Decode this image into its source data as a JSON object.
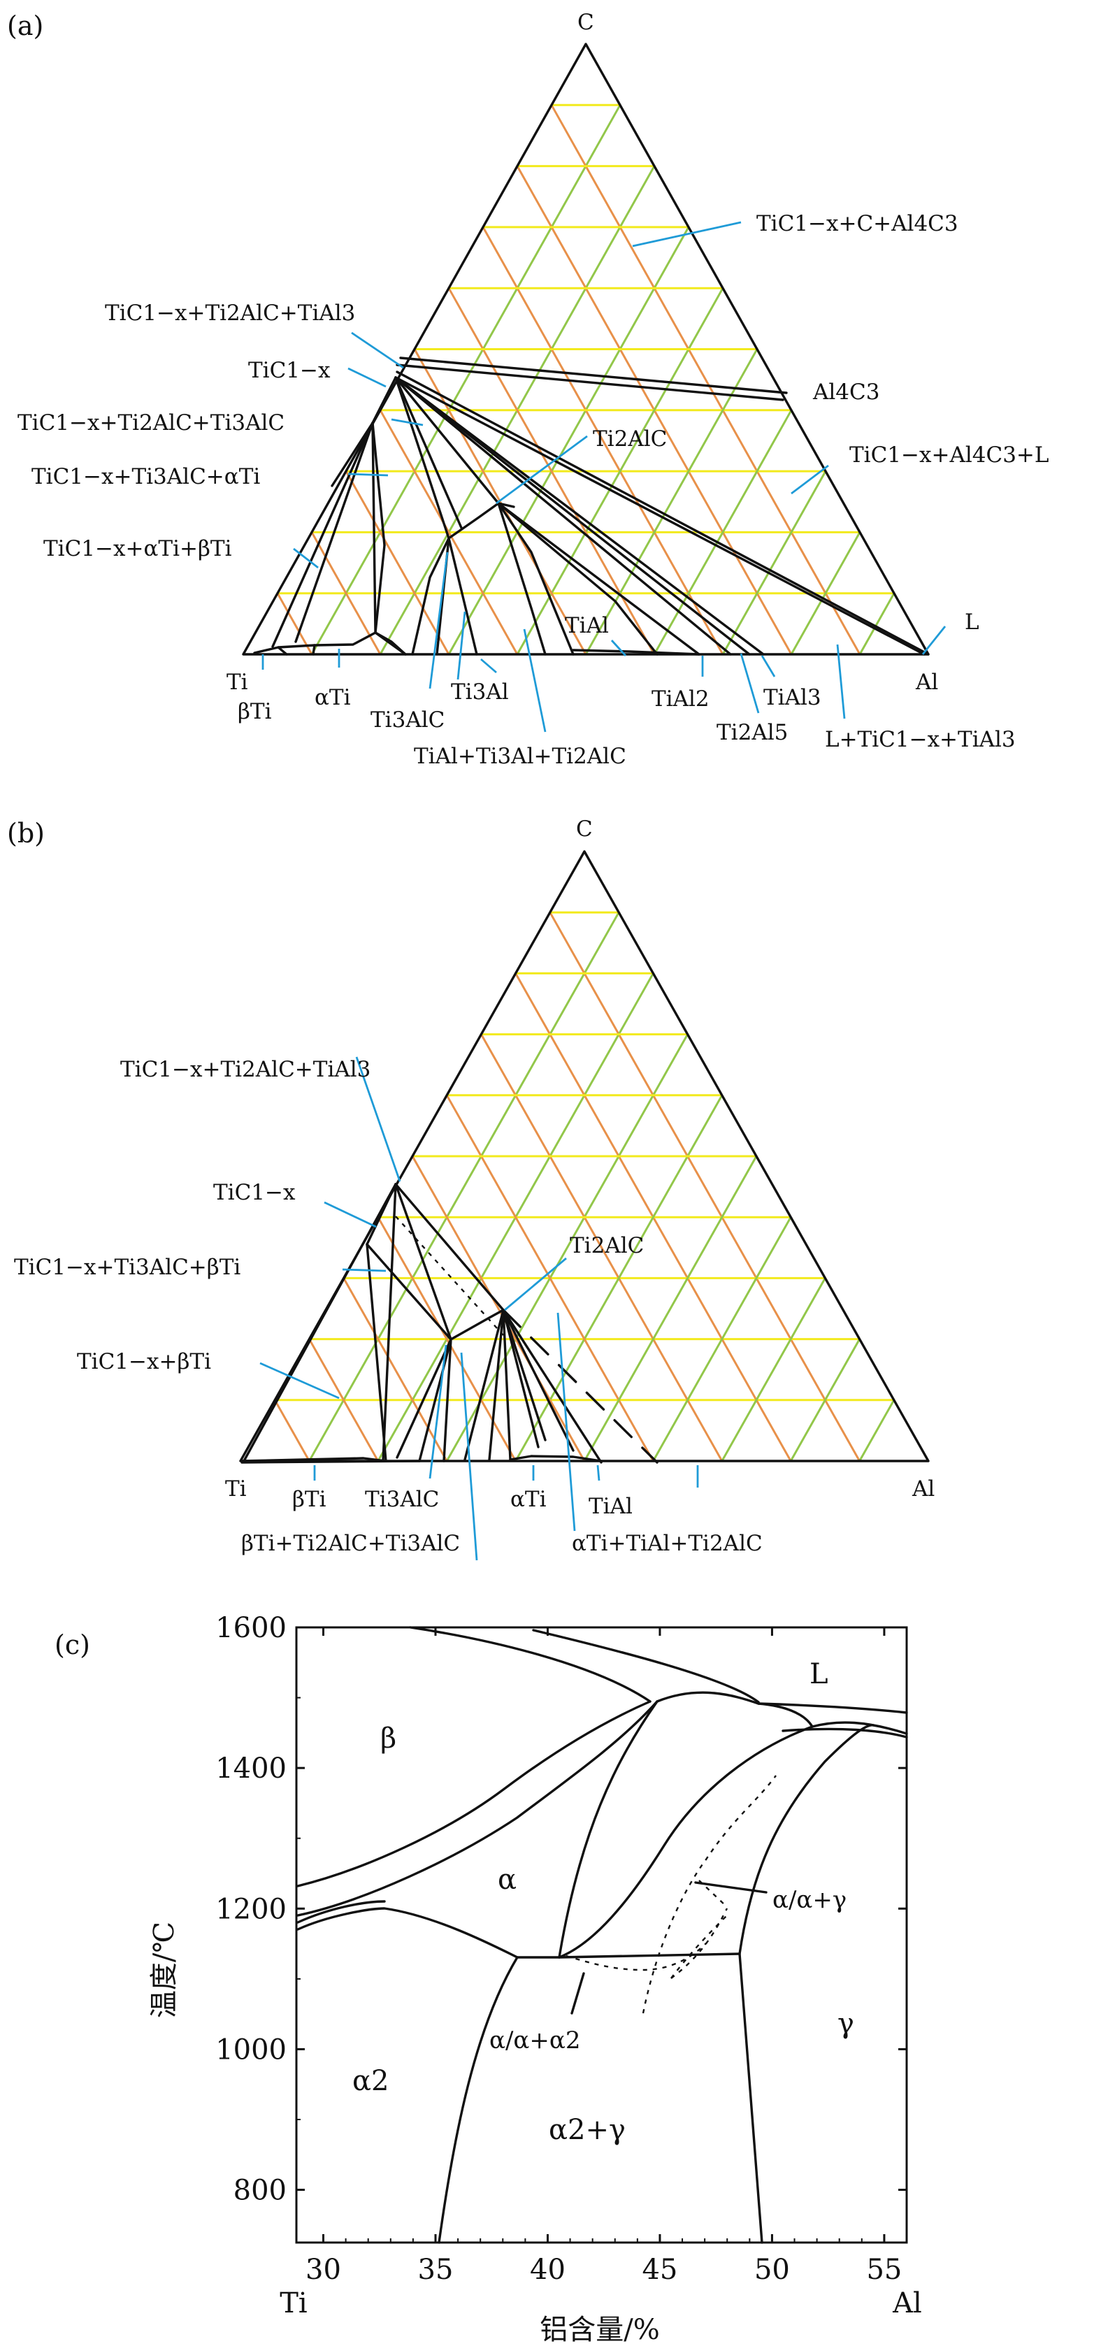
{
  "panels": {
    "a": {
      "tag": "(a)",
      "vertices": {
        "top": "C",
        "left": "Ti",
        "right": "Al"
      },
      "labels": {
        "tic_c_al4c3": "TiC1−x+C+Al4C3",
        "tic_ti2alc_tial3": "TiC1−x+Ti2AlC+TiAl3",
        "tic": "TiC1−x",
        "al4c3": "Al4C3",
        "tic_ti2alc_ti3alc": "TiC1−x+Ti2AlC+Ti3AlC",
        "tic_al4c3_l": "TiC1−x+Al4C3+L",
        "ti2alc": "Ti2AlC",
        "tic_ti3alc_ati": "TiC1−x+Ti3AlC+αTi",
        "tic_ati_bti": "TiC1−x+αTi+βTi",
        "l": "L",
        "tial": "TiAl",
        "bti": "βTi",
        "ati": "αTi",
        "ti3al": "Ti3Al",
        "ti3alc": "Ti3AlC",
        "tial2": "TiAl2",
        "tial3": "TiAl3",
        "ti2al5": "Ti2Al5",
        "l_tic_tial3": "L+TiC1−x+TiAl3",
        "tial_ti3al_ti2alc": "TiAl+Ti3Al+Ti2AlC"
      }
    },
    "b": {
      "tag": "(b)",
      "vertices": {
        "top": "C",
        "left": "Ti",
        "right": "Al"
      },
      "labels": {
        "tic_ti2alc_tial3": "TiC1−x+Ti2AlC+TiAl3",
        "tic": "TiC1−x",
        "tic_ti3alc_bti": "TiC1−x+Ti3AlC+βTi",
        "ti2alc": "Ti2AlC",
        "tic_bti": "TiC1−x+βTi",
        "bti": "βTi",
        "ti3alc": "Ti3AlC",
        "ati": "αTi",
        "tial": "TiAl",
        "bti_ti2alc_ti3alc": "βTi+Ti2AlC+Ti3AlC",
        "ati_tial_ti2alc": "αTi+TiAl+Ti2AlC"
      }
    },
    "c": {
      "tag": "(c)",
      "ylabel": "温度/℃",
      "xlabel": "铝含量/%",
      "x_ticks": [
        "30",
        "35",
        "40",
        "45",
        "50",
        "55"
      ],
      "y_ticks": [
        "800",
        "1000",
        "1200",
        "1400",
        "1600"
      ],
      "x_min": 28.8,
      "x_max": 56.0,
      "y_min": 725,
      "y_max": 1600,
      "left_element": "Ti",
      "right_element": "Al",
      "regions": {
        "L": "L",
        "beta": "β",
        "alpha": "α",
        "alpha_gamma": "α/α+γ",
        "alpha_alpha2": "α/α+α2",
        "gamma": "γ",
        "alpha2": "α2",
        "alpha2_gamma": "α2+γ"
      }
    }
  },
  "colors": {
    "grid_orange": "#e8914a",
    "grid_green": "#92c74a",
    "grid_yellow": "#f2ea1d",
    "leader_blue": "#1f9bd7",
    "boundary": "#111111"
  }
}
